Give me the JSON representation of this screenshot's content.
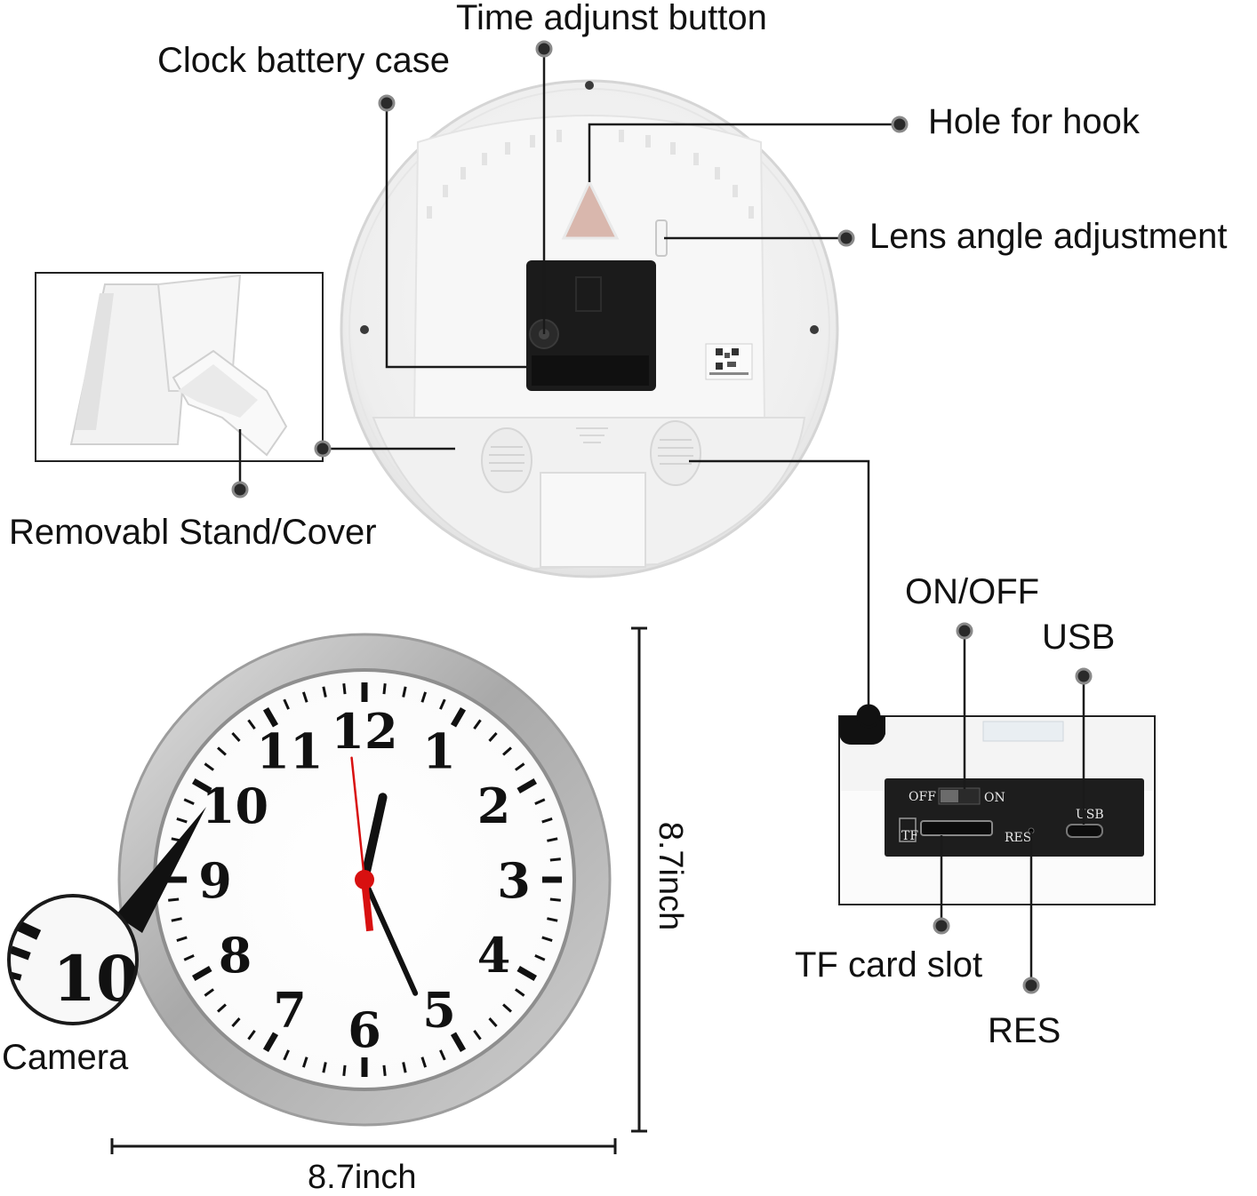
{
  "labels": {
    "time_adjust_button": "Time adjunst button",
    "clock_battery_case": "Clock battery case",
    "hole_for_hook": "Hole for hook",
    "lens_angle_adjustment": "Lens angle adjustment",
    "removable_stand_cover": "Removabl Stand/Cover",
    "on_off": "ON/OFF",
    "usb": "USB",
    "tf_card_slot": "TF card slot",
    "res": "RES",
    "camera": "Camera"
  },
  "dimensions": {
    "height": "8.7inch",
    "width": "8.7inch"
  },
  "clock_face": {
    "numbers": [
      "12",
      "1",
      "2",
      "3",
      "4",
      "5",
      "6",
      "7",
      "8",
      "9",
      "10",
      "11"
    ],
    "magnified_number": "10",
    "time": {
      "hour": 12,
      "minute": 25,
      "second": 59
    }
  },
  "port_panel": {
    "off_label": "OFF",
    "on_label": "ON",
    "usb_label": "USB",
    "res_label": "RES",
    "tf_label": "TF"
  },
  "colors": {
    "second_hand": "#d81010",
    "frame": "#b9b9b9",
    "panel": "#1d1d1d",
    "marker": "#2a2a2a"
  }
}
